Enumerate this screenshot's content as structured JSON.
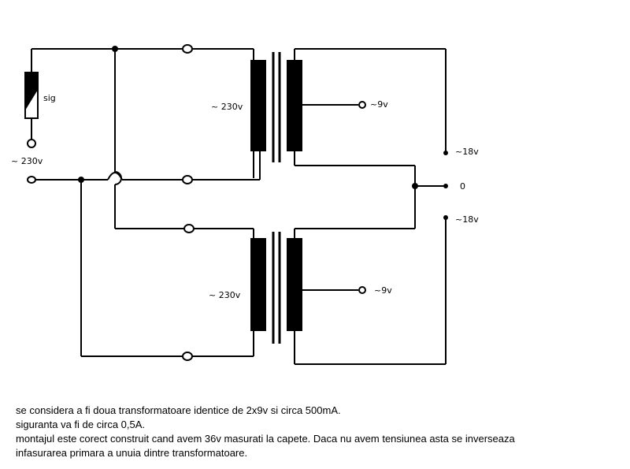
{
  "diagram": {
    "fuse_label": "sig",
    "input_voltage": "~ 230v",
    "top_primary_voltage": "~ 230v",
    "bottom_primary_voltage": "~  230v",
    "top_tap_label": "~9v",
    "bottom_tap_label": "~9v",
    "output_top_label": "~18v",
    "output_zero_label": "0",
    "output_bottom_label": "~18v"
  },
  "notes": [
    "se considera a fi doua transformatoare identice de 2x9v si circa 500mA.",
    "siguranta va fi de circa 0,5A.",
    "montajul este corect construit cand avem 36v masurati la capete. Daca nu avem tensiunea asta se inverseaza",
    "infasurarea primara a unuia dintre transformatoare."
  ]
}
